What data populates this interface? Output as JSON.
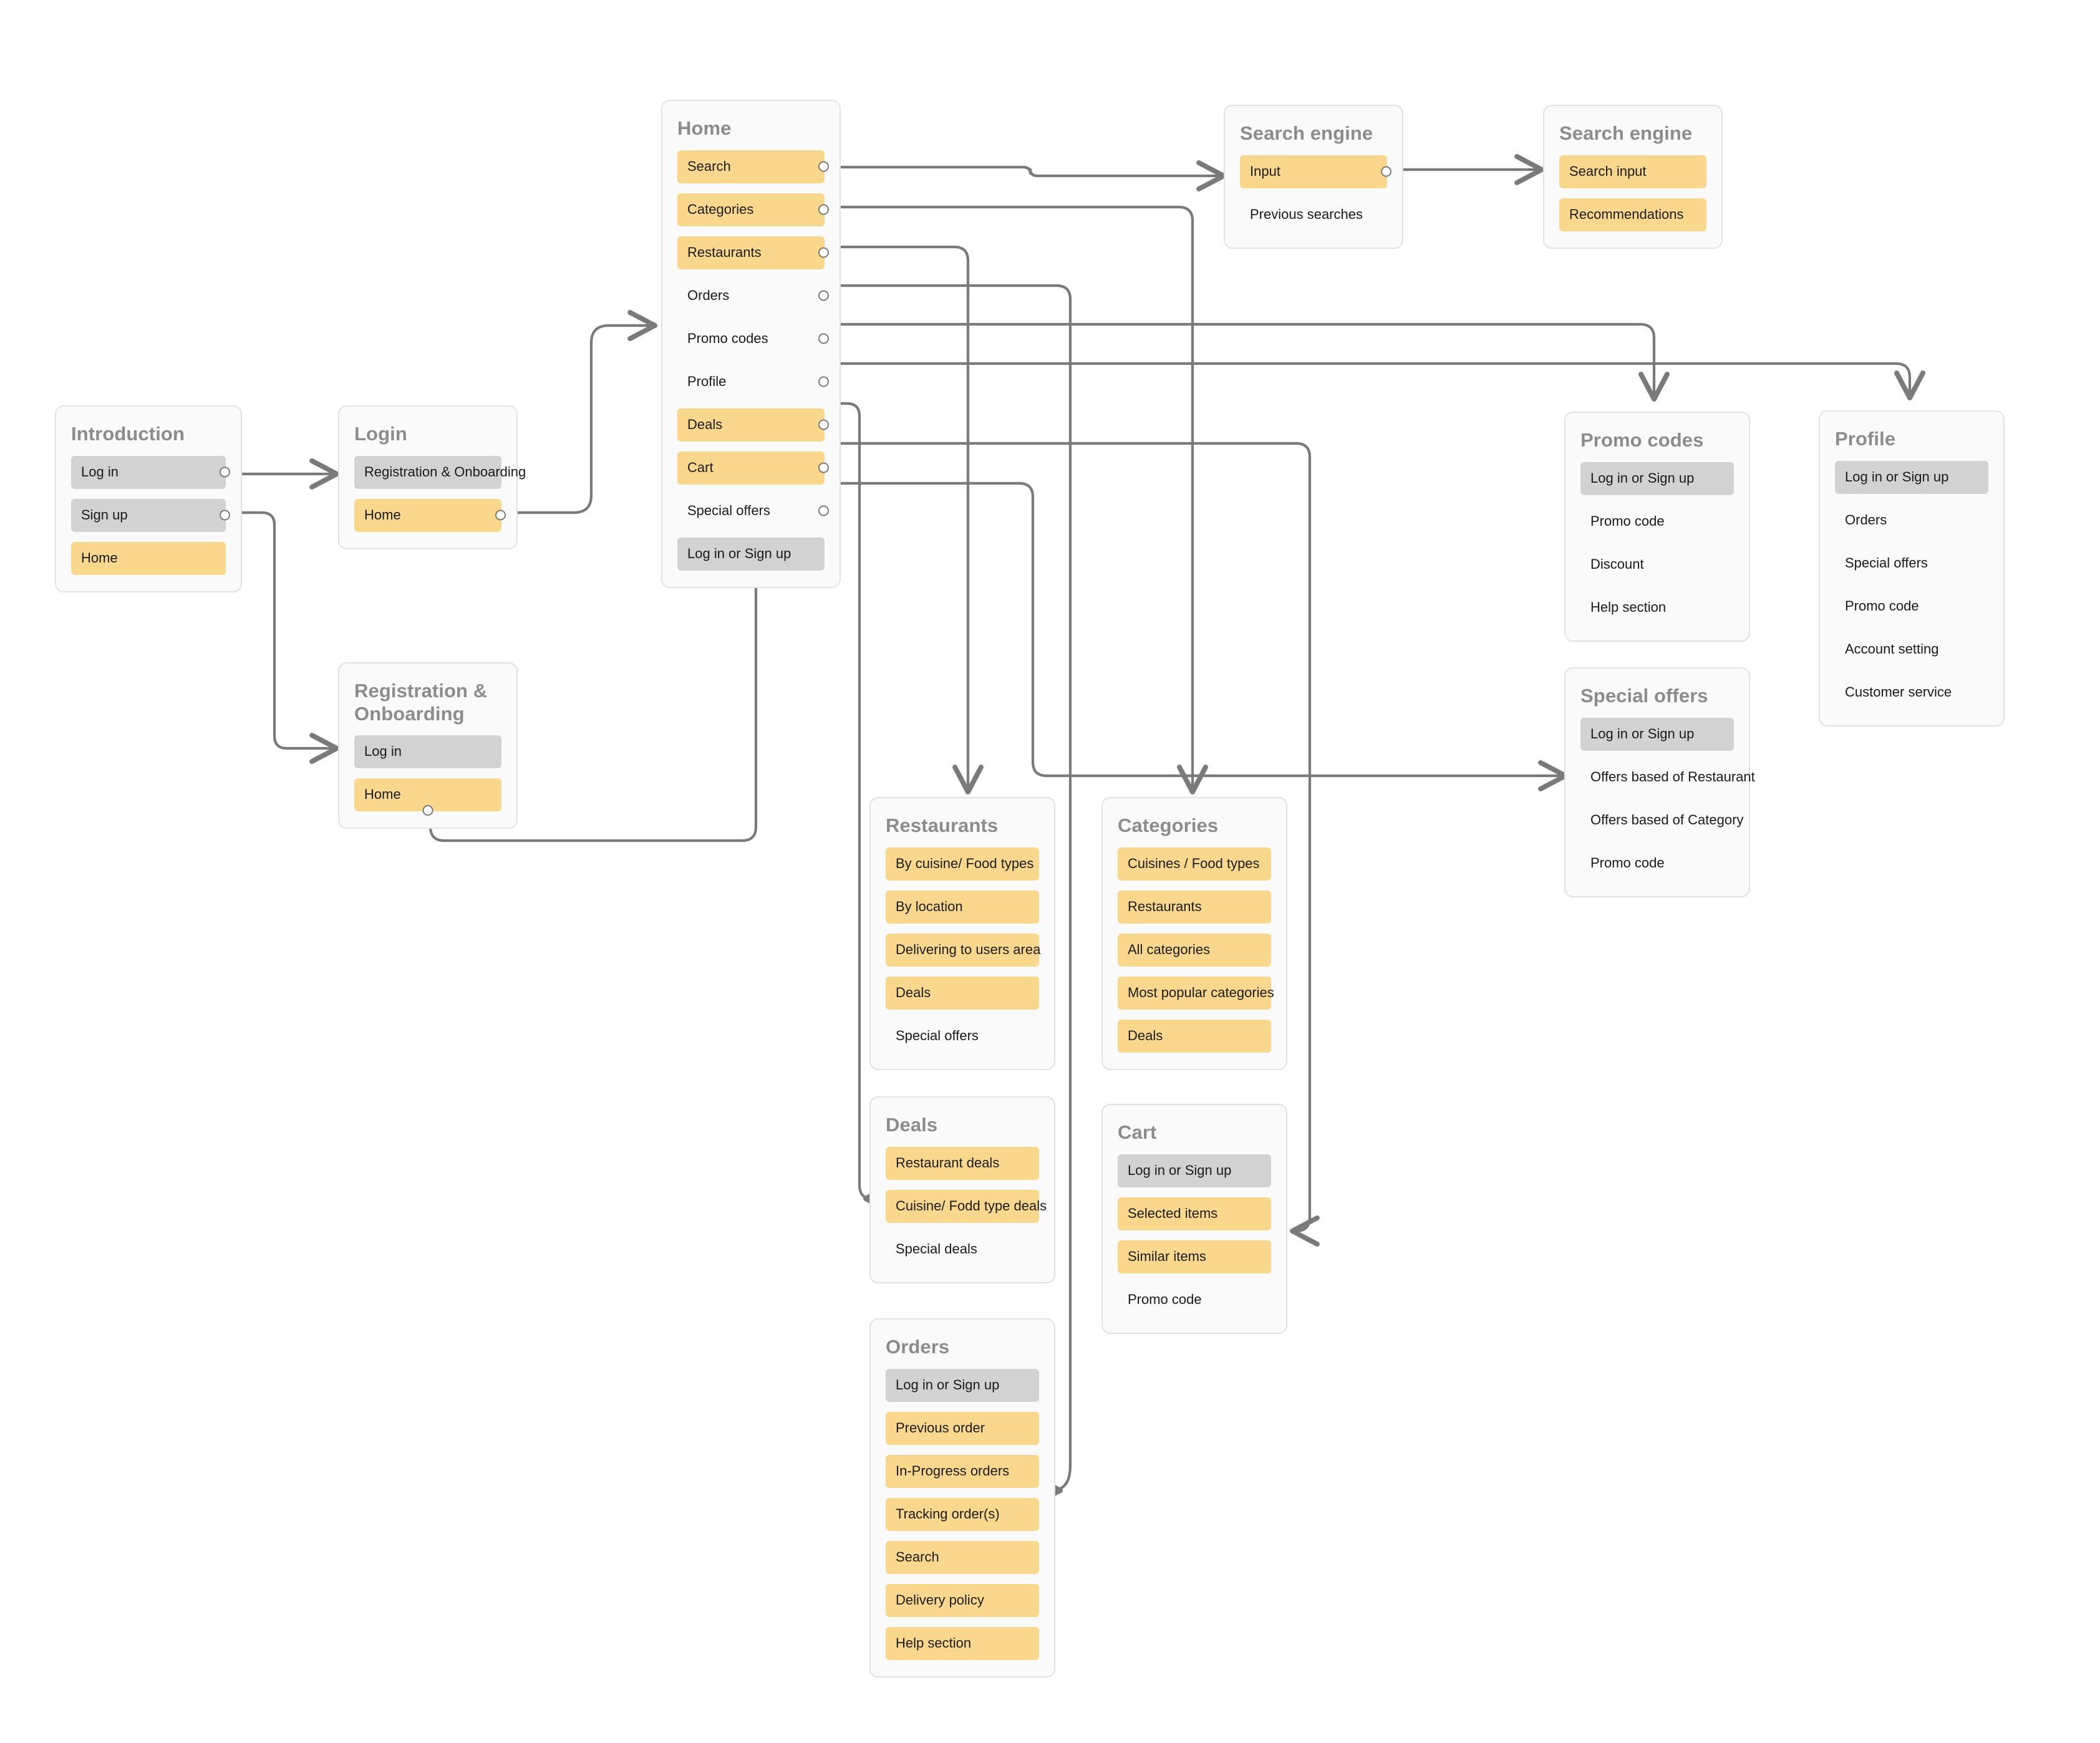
{
  "meta": {
    "colors": {
      "highlight_yellow": "#F9D88E",
      "neutral_grey": "#D2D2D2",
      "card_bg": "#FAFAFA",
      "card_border": "#E2E2E2",
      "title_text": "#8C8C8C",
      "connector": "#7A7A7A",
      "page_bg": "#FFFFFF"
    }
  },
  "cards": {
    "introduction": {
      "title": "Introduction",
      "items": [
        {
          "label": "Log in",
          "style": "grey",
          "port": "right"
        },
        {
          "label": "Sign up",
          "style": "grey",
          "port": "right"
        },
        {
          "label": "Home",
          "style": "yellow",
          "port": "none"
        }
      ]
    },
    "login": {
      "title": "Login",
      "items": [
        {
          "label": "Registration & Onboarding",
          "style": "grey",
          "port": "none"
        },
        {
          "label": "Home",
          "style": "yellow",
          "port": "right"
        }
      ]
    },
    "registration_onboarding": {
      "title": "Registration &\nOnboarding",
      "items": [
        {
          "label": "Log in",
          "style": "grey",
          "port": "none"
        },
        {
          "label": "Home",
          "style": "yellow",
          "port": "bottom"
        }
      ]
    },
    "home": {
      "title": "Home",
      "items": [
        {
          "label": "Search",
          "style": "yellow",
          "port": "right"
        },
        {
          "label": "Categories",
          "style": "yellow",
          "port": "right"
        },
        {
          "label": "Restaurants",
          "style": "yellow",
          "port": "right"
        },
        {
          "label": "Orders",
          "style": "plain",
          "port": "right"
        },
        {
          "label": "Promo codes",
          "style": "plain",
          "port": "right"
        },
        {
          "label": "Profile",
          "style": "plain",
          "port": "right"
        },
        {
          "label": "Deals",
          "style": "yellow",
          "port": "right"
        },
        {
          "label": "Cart",
          "style": "yellow",
          "port": "right"
        },
        {
          "label": "Special offers",
          "style": "plain",
          "port": "right"
        },
        {
          "label": "Log in or Sign up",
          "style": "grey",
          "port": "none"
        }
      ]
    },
    "search_engine_1": {
      "title": "Search engine",
      "items": [
        {
          "label": "Input",
          "style": "yellow",
          "port": "right"
        },
        {
          "label": "Previous searches",
          "style": "plain",
          "port": "none"
        }
      ]
    },
    "search_engine_2": {
      "title": "Search engine",
      "items": [
        {
          "label": "Search input",
          "style": "yellow",
          "port": "none"
        },
        {
          "label": "Recommendations",
          "style": "yellow",
          "port": "none"
        }
      ]
    },
    "promo_codes": {
      "title": "Promo codes",
      "items": [
        {
          "label": "Log in or Sign up",
          "style": "grey",
          "port": "none"
        },
        {
          "label": "Promo code",
          "style": "plain",
          "port": "none"
        },
        {
          "label": "Discount",
          "style": "plain",
          "port": "none"
        },
        {
          "label": "Help section",
          "style": "plain",
          "port": "none"
        }
      ]
    },
    "profile": {
      "title": "Profile",
      "items": [
        {
          "label": "Log in or Sign up",
          "style": "grey",
          "port": "none"
        },
        {
          "label": "Orders",
          "style": "plain",
          "port": "none"
        },
        {
          "label": "Special offers",
          "style": "plain",
          "port": "none"
        },
        {
          "label": "Promo code",
          "style": "plain",
          "port": "none"
        },
        {
          "label": "Account setting",
          "style": "plain",
          "port": "none"
        },
        {
          "label": "Customer service",
          "style": "plain",
          "port": "none"
        }
      ]
    },
    "special_offers": {
      "title": "Special offers",
      "items": [
        {
          "label": "Log in or Sign up",
          "style": "grey",
          "port": "none"
        },
        {
          "label": "Offers based of Restaurant",
          "style": "plain",
          "port": "none"
        },
        {
          "label": "Offers based of Category",
          "style": "plain",
          "port": "none"
        },
        {
          "label": "Promo code",
          "style": "plain",
          "port": "none"
        }
      ]
    },
    "restaurants": {
      "title": "Restaurants",
      "items": [
        {
          "label": "By cuisine/ Food types",
          "style": "yellow",
          "port": "none"
        },
        {
          "label": "By location",
          "style": "yellow",
          "port": "none"
        },
        {
          "label": "Delivering to users area",
          "style": "yellow",
          "port": "none"
        },
        {
          "label": "Deals",
          "style": "yellow",
          "port": "none"
        },
        {
          "label": "Special offers",
          "style": "plain",
          "port": "none"
        }
      ]
    },
    "categories": {
      "title": "Categories",
      "items": [
        {
          "label": "Cuisines / Food types",
          "style": "yellow",
          "port": "none"
        },
        {
          "label": "Restaurants",
          "style": "yellow",
          "port": "none"
        },
        {
          "label": "All categories",
          "style": "yellow",
          "port": "none"
        },
        {
          "label": "Most popular categories",
          "style": "yellow",
          "port": "none"
        },
        {
          "label": "Deals",
          "style": "yellow",
          "port": "none"
        }
      ]
    },
    "deals": {
      "title": "Deals",
      "items": [
        {
          "label": "Restaurant deals",
          "style": "yellow",
          "port": "none"
        },
        {
          "label": "Cuisine/ Fodd type deals",
          "style": "yellow",
          "port": "none"
        },
        {
          "label": "Special deals",
          "style": "plain",
          "port": "none"
        }
      ]
    },
    "cart": {
      "title": "Cart",
      "items": [
        {
          "label": "Log in or Sign up",
          "style": "grey",
          "port": "none"
        },
        {
          "label": "Selected items",
          "style": "yellow",
          "port": "none"
        },
        {
          "label": "Similar items",
          "style": "yellow",
          "port": "none"
        },
        {
          "label": "Promo code",
          "style": "plain",
          "port": "none"
        }
      ]
    },
    "orders": {
      "title": "Orders",
      "items": [
        {
          "label": "Log in or Sign up",
          "style": "grey",
          "port": "none"
        },
        {
          "label": "Previous order",
          "style": "yellow",
          "port": "none"
        },
        {
          "label": "In-Progress orders",
          "style": "yellow",
          "port": "none"
        },
        {
          "label": "Tracking order(s)",
          "style": "yellow",
          "port": "none"
        },
        {
          "label": "Search",
          "style": "yellow",
          "port": "none"
        },
        {
          "label": "Delivery policy",
          "style": "yellow",
          "port": "none"
        },
        {
          "label": "Help section",
          "style": "yellow",
          "port": "none"
        }
      ]
    }
  }
}
